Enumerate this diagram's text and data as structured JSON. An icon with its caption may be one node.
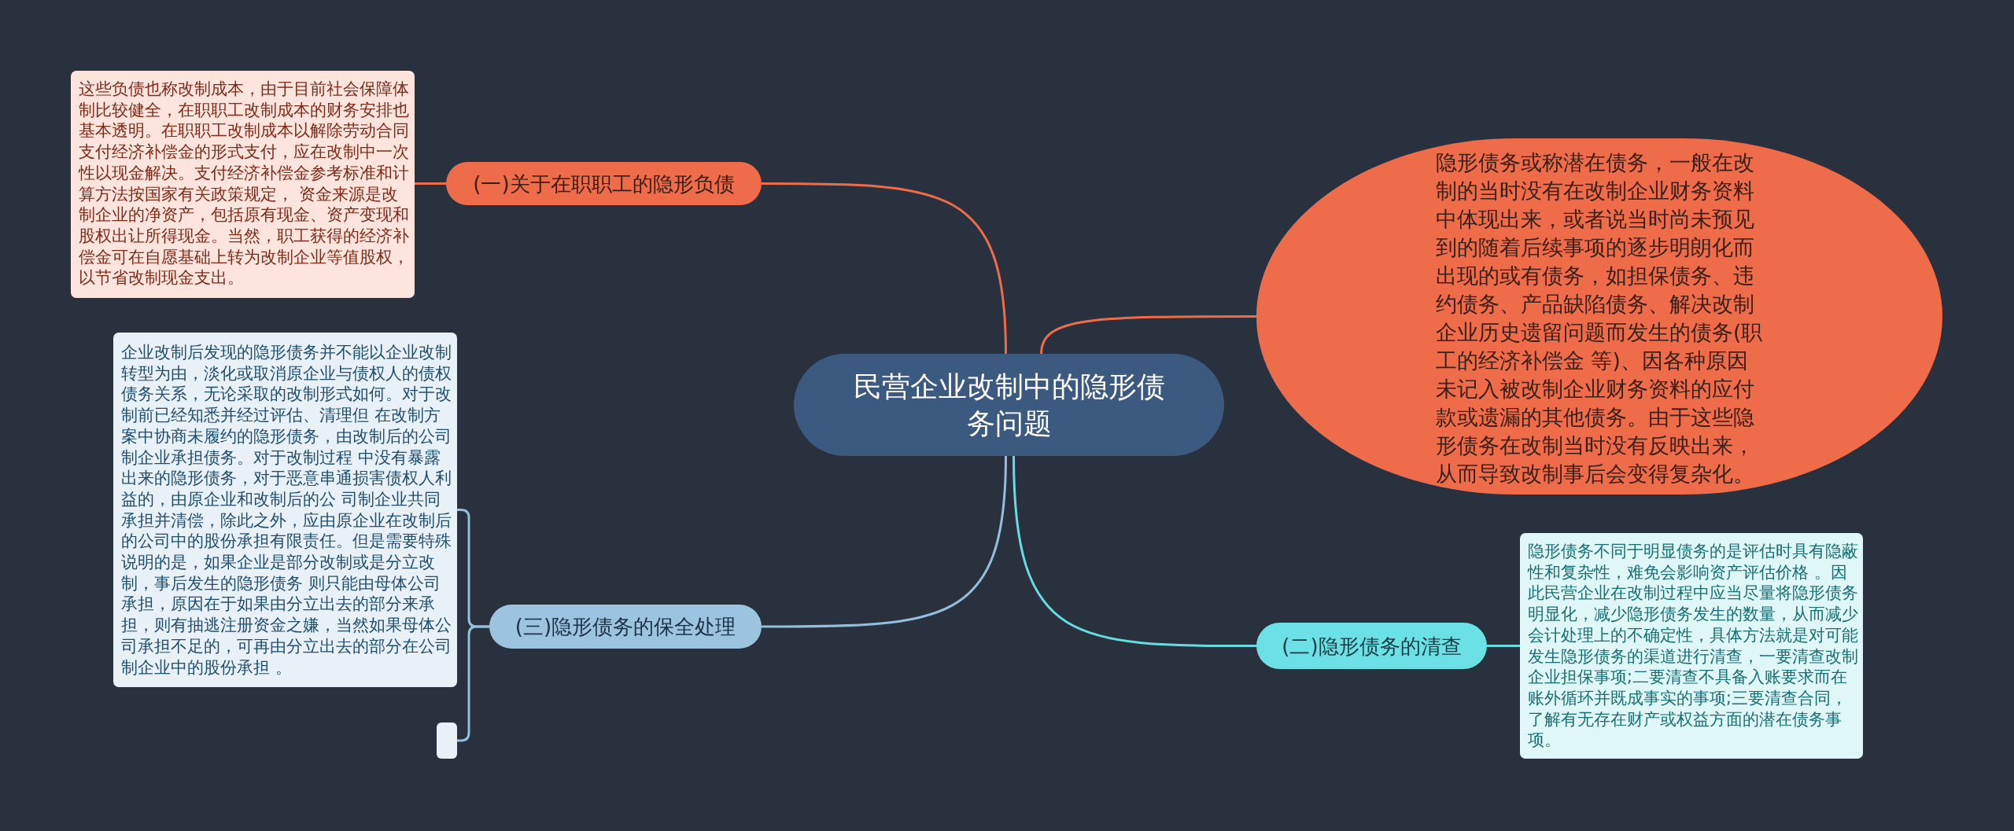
{
  "diagram": {
    "nodes": [
      {
        "text": [
          "民营企业改制中的隐形债务问题"
        ]
      },
      {
        "text": [
          "(一)关于在职职工的隐形负债"
        ]
      },
      {
        "text": [
          "这些负债也称改制成本，由于目前社会保障体制比较健全，在职职工改制成本的财务安排也基本透明。在职职工改制成本以解除劳动合同支付经济补偿金的形式支付，应在改制中一次性以现金解决。支付经济补偿金参考标准和计算方法按国家有关政策规定， 资金来源是改制企业的净资产，包括原有现金、资产变现和股权出让所得现金。当然，职工获得的经济补偿金可在自愿基础上转为改制企业等值股权，以节省改制现金支出。"
        ]
      },
      {
        "text": [
          "隐形债务或称潜在债务，一般在改制的当时没有在改制企业财务资料中体现出来，或者说当时尚未预见到的随着后续事项的逐步明朗化而出现的或有债务，如担保债务、违约债务、产品缺陷债务、解决改制企业历史遗留问题而发生的债务(职工的经济补偿金 等)、因各种原因未记入被改制企业财务资料的应付款或遗漏的其他债务。由于这些隐形债务在改制当时没有反映出来，从而导致改制事后会变得复杂化。"
        ]
      },
      {
        "text": [
          "(二)隐形债务的清查"
        ]
      },
      {
        "text": [
          "隐形债务不同于明显债务的是评估时具有隐蔽性和复杂性，难免会影响资产评估价格 。因此民营企业在改制过程中应当尽量将隐形债务明显化，减少隐形债务发生的数量，从而减少会计处理上的不确定性，具体方法就是对可能发生隐形债务的渠道进行清查，一要清查改制企业担保事项;二要清查不具备入账要求而在账外循环并既成事实的事项;三要清查合同，了解有无存在财产或权益方面的潜在债务事项。"
        ]
      },
      {
        "text": [
          "(三)隐形债务的保全处理"
        ]
      },
      {
        "text": [
          "企业改制后发现的隐形债务并不能以企业改制转型为由，淡化或取消原企业与债权人的债权债务关系，无论采取的改制形式如何。对于改制前已经知悉并经过评估、清理但 在改制方案中协商未履约的隐形债务，由改制后的公司制企业承担债务。对于改制过程 中没有暴露出来的隐形债务，对于恶意串通损害债权人利益的，由原企业和改制后的公 司制企业共同承担并清偿，除此之外，应由原企业在改制后的公司中的股份承担有限责任。但是需要特殊说明的是，如果企业是部分改制或是分立改制，事后发生的隐形债务 则只能由母体公司承担，原因在于如果由分立出去的部分来承担，则有抽逃注册资金之嫌，当然如果母体公司承担不足的，可再由分立出去的部分在公司制企业中的股份承担 。"
        ]
      },
      {
        "text": [],
        "shape": "box"
      }
    ],
    "edges": [
      {
        "from": 0,
        "to": 1,
        "arrow": "none",
        "color": "#ef6c4a"
      },
      {
        "from": 1,
        "to": 2,
        "arrow": "none",
        "color": "#ef6c4a"
      },
      {
        "from": 0,
        "to": 3,
        "arrow": "none",
        "color": "#ef6c4a"
      },
      {
        "from": 0,
        "to": 4,
        "arrow": "none",
        "color": "#68dbe0"
      },
      {
        "from": 4,
        "to": 5,
        "arrow": "none",
        "color": "#68dbe0"
      },
      {
        "from": 0,
        "to": 6,
        "arrow": "none",
        "color": "#93bfdc"
      },
      {
        "from": 6,
        "to": 7,
        "arrow": "none",
        "color": "#93bfdc"
      },
      {
        "from": 6,
        "to": 8,
        "arrow": "none",
        "color": "#93bfdc"
      }
    ]
  }
}
